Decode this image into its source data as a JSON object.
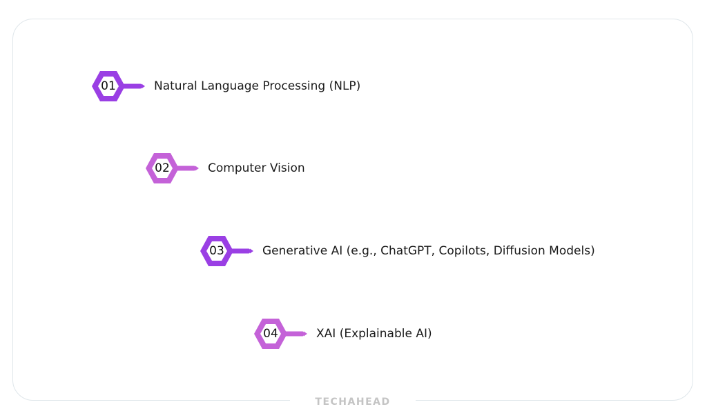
{
  "items": [
    {
      "number": "01",
      "label": "Natural Language Processing (NLP)",
      "color": "#9a3fe4"
    },
    {
      "number": "02",
      "label": "Computer Vision",
      "color": "#c462d8"
    },
    {
      "number": "03",
      "label": "Generative AI (e.g., ChatGPT, Copilots, Diffusion Models)",
      "color": "#9a3fe4"
    },
    {
      "number": "04",
      "label": "XAI (Explainable AI)",
      "color": "#c462d8"
    }
  ],
  "watermark": "TECHAHEAD"
}
